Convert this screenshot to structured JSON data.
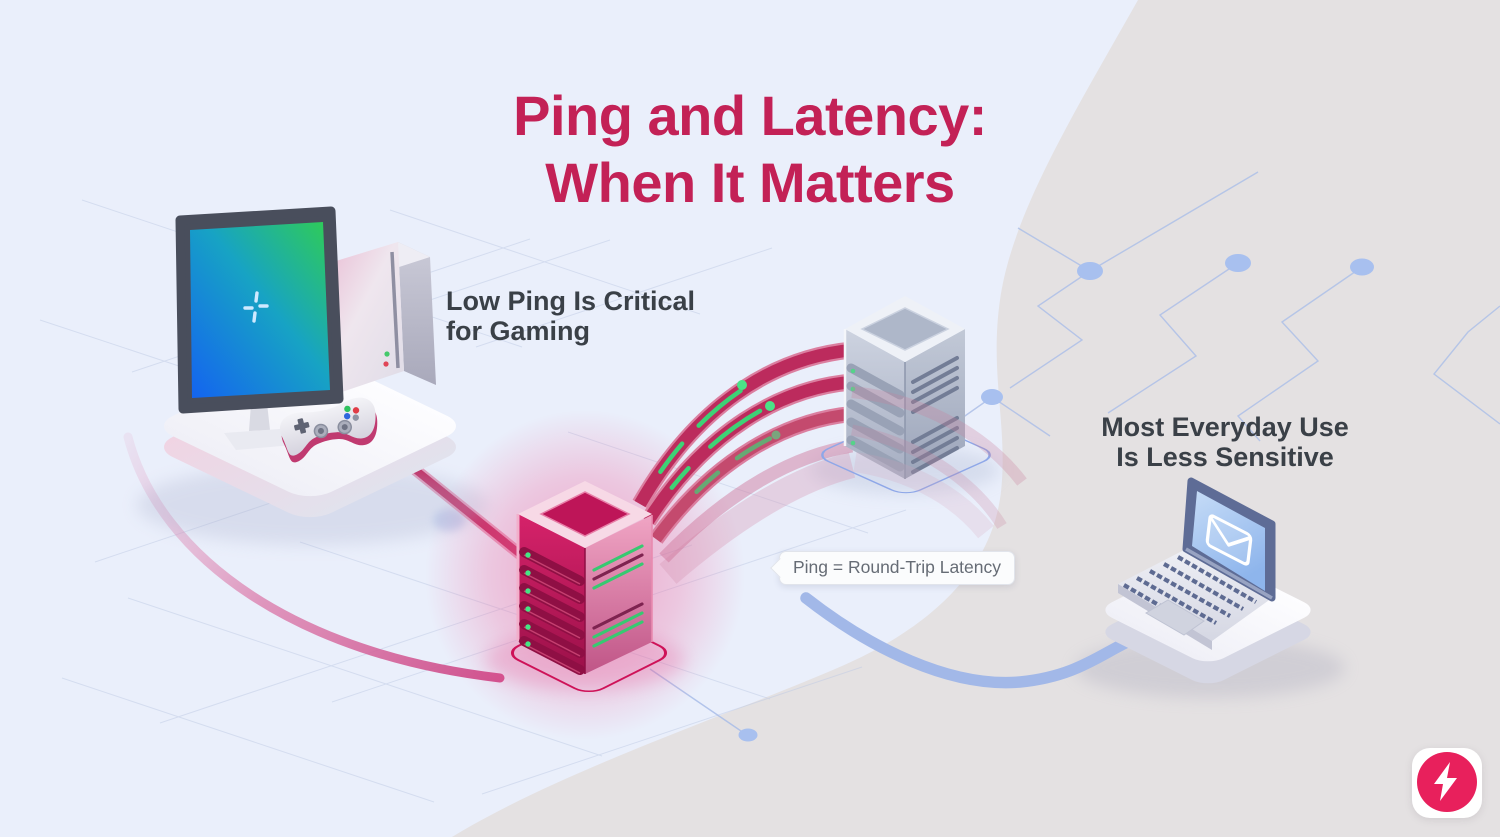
{
  "title": {
    "line1": "Ping and Latency:",
    "line2": "When It Matters"
  },
  "annotations": {
    "gaming_label": {
      "line1": "Low Ping Is Critical",
      "line2": "for Gaming"
    },
    "everyday_label": {
      "line1": "Most Everyday Use",
      "line2": "Is Less Sensitive"
    },
    "tooltip": {
      "text": "Ping = Round-Trip Latency"
    }
  },
  "icons": {
    "logo": "lightning-bolt-icon",
    "monitor_screen": "crosshair-icon",
    "laptop_screen": "envelope-icon"
  },
  "palette": {
    "accent_crimson": "#C32156",
    "background_left": "#EAEFFB",
    "background_right": "#E4E1E2",
    "network_blue": "#A9BEE8",
    "packet_green": "#3ED276",
    "label_dark": "#3A4047",
    "server_pink": "#C2175B",
    "server_gray": "#B7BFCE"
  }
}
